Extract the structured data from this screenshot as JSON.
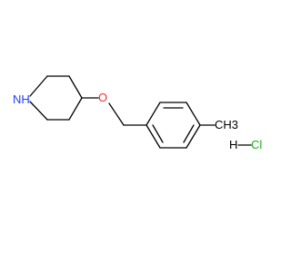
{
  "structure": {
    "atom_labels": {
      "nitrogen": "NH",
      "oxygen": "O",
      "methyl": "CH3",
      "salt_h": "H",
      "salt_cl": "Cl"
    }
  },
  "colors": {
    "nitrogen": "#1f3fff",
    "oxygen": "#ff2a2a",
    "chlorine": "#22aa22",
    "bond": "#000000",
    "background": "#ffffff"
  }
}
